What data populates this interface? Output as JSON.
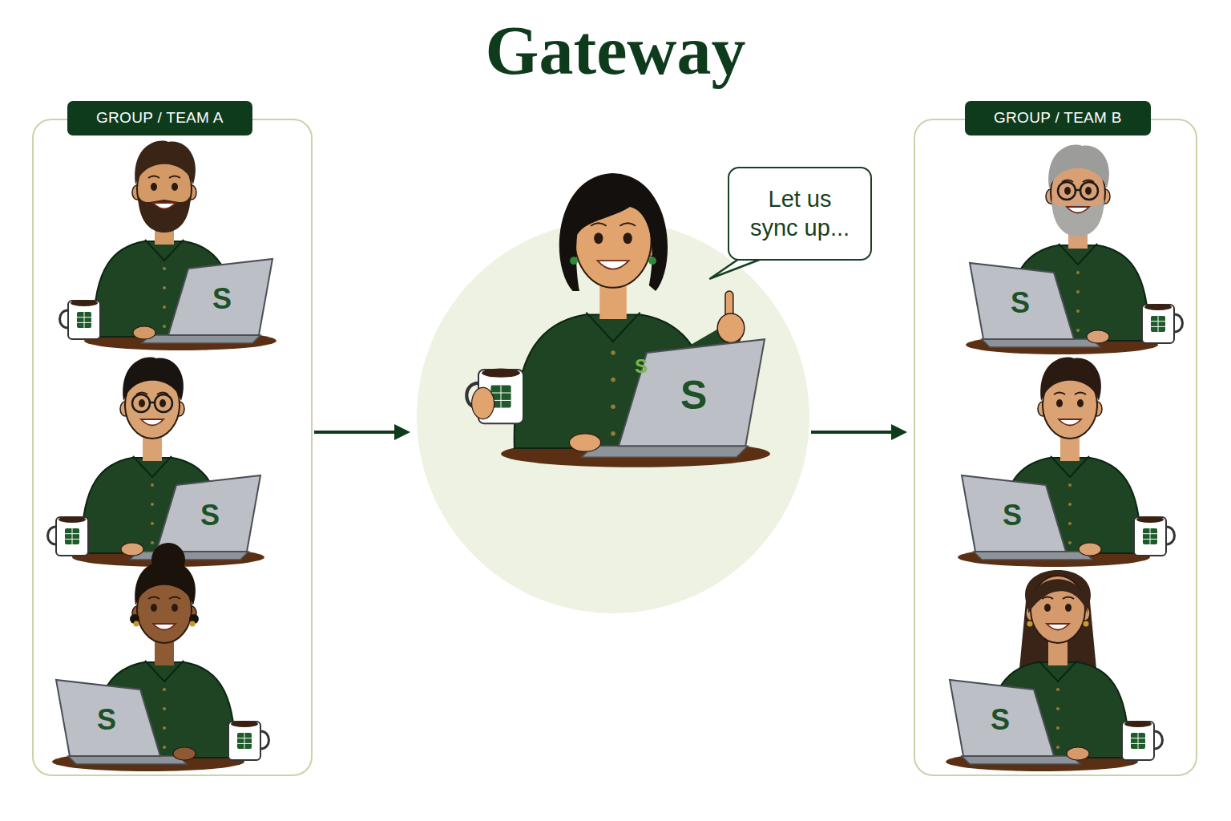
{
  "diagram": {
    "title": "Gateway",
    "nodes": [
      {
        "text": [
          "GROUP / TEAM A"
        ]
      },
      {
        "text": [
          "Let us sync up..."
        ]
      },
      {
        "text": [
          "GROUP / TEAM B"
        ]
      }
    ],
    "edges": [
      {
        "from": 0,
        "to": 1,
        "arrow": "to"
      },
      {
        "from": 1,
        "to": 2,
        "arrow": "to"
      }
    ],
    "labels": [
      "S",
      "S",
      "S",
      "S",
      "S",
      "S",
      "S",
      "S"
    ]
  }
}
